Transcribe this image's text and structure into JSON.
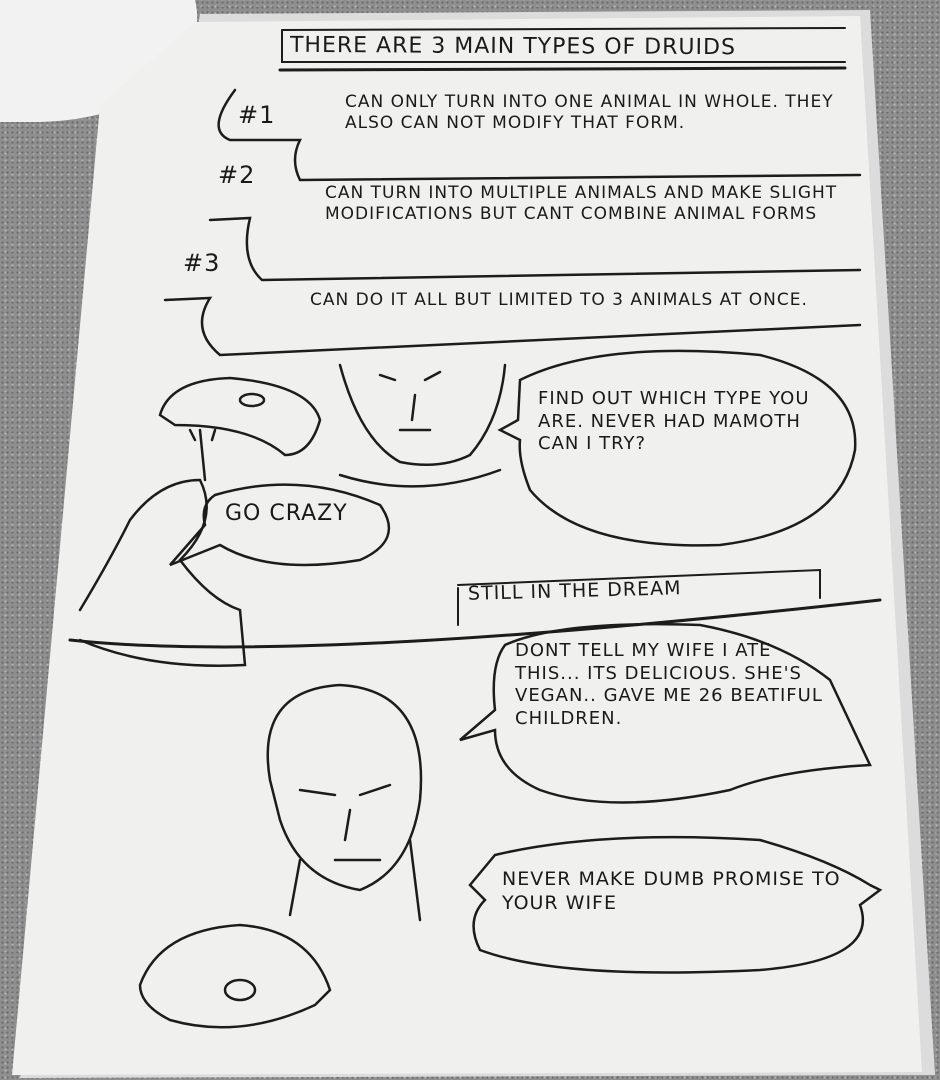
{
  "page": {
    "title": "There are 3 main types of druids",
    "types": [
      {
        "number": "#1",
        "description": "Can only turn into one animal in whole. They also can not modify that form."
      },
      {
        "number": "#2",
        "description": "Can turn into multiple animals and make slight modifications but cant combine animal forms"
      },
      {
        "number": "#3",
        "description": "Can do it all but limited to 3 animals at once."
      }
    ],
    "panel2": {
      "speech_right": "Find out which type you are. Never had mamoth can I try?",
      "speech_left": "Go crazy"
    },
    "panel3": {
      "caption": "Still in the dream",
      "speech_1": "Dont tell my wife I ate this... Its delicious. She's vegan.. Gave me 26 beatiful children.",
      "speech_2": "Never make dumb promise to your wife"
    }
  }
}
